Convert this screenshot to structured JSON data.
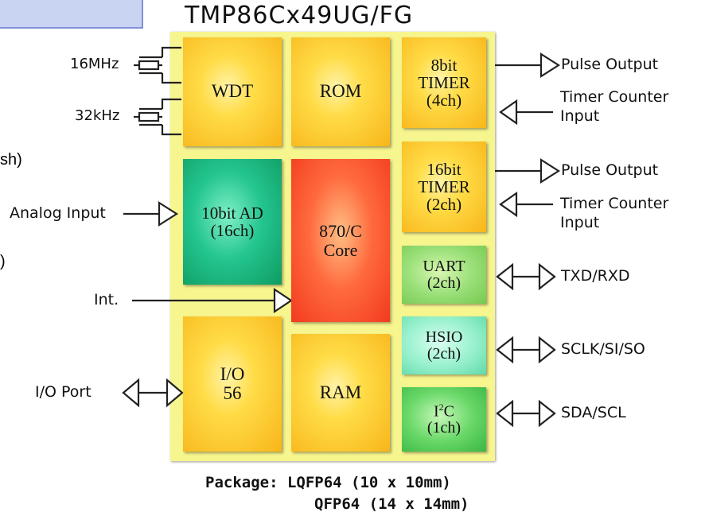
{
  "title": "TMP86Cx49UG/FG",
  "left_partial": {
    "item1": "sh)",
    "item2": ")"
  },
  "blocks": {
    "wdt": "WDT",
    "rom": "ROM",
    "timer8": "8bit\nTIMER\n(4ch)",
    "timer16": "16bit\nTIMER\n(2ch)",
    "ad": "10bit AD\n(16ch)",
    "core": "870/C\nCore",
    "uart": "UART\n(2ch)",
    "hsio": "HSIO\n(2ch)",
    "io": "I/O\n56",
    "ram": "RAM",
    "i2c_main": "I",
    "i2c_sup": "2",
    "i2c_tail": "C",
    "i2c_ch": "(1ch)"
  },
  "left_labels": {
    "osc1": "16MHz",
    "osc2": "32kHz",
    "analog": "Analog Input",
    "int": "Int.",
    "io_port": "I/O Port"
  },
  "right_labels": {
    "pulse1": "Pulse Output",
    "tc1": "Timer Counter\nInput",
    "pulse2": "Pulse Output",
    "tc2": "Timer Counter\nInput",
    "txd": "TXD/RXD",
    "sclk": "SCLK/SI/SO",
    "sda": "SDA/SCL"
  },
  "package": {
    "line1": "Package: LQFP64 (10 x 10mm)",
    "line2": "QFP64 (14 x 14mm)"
  }
}
